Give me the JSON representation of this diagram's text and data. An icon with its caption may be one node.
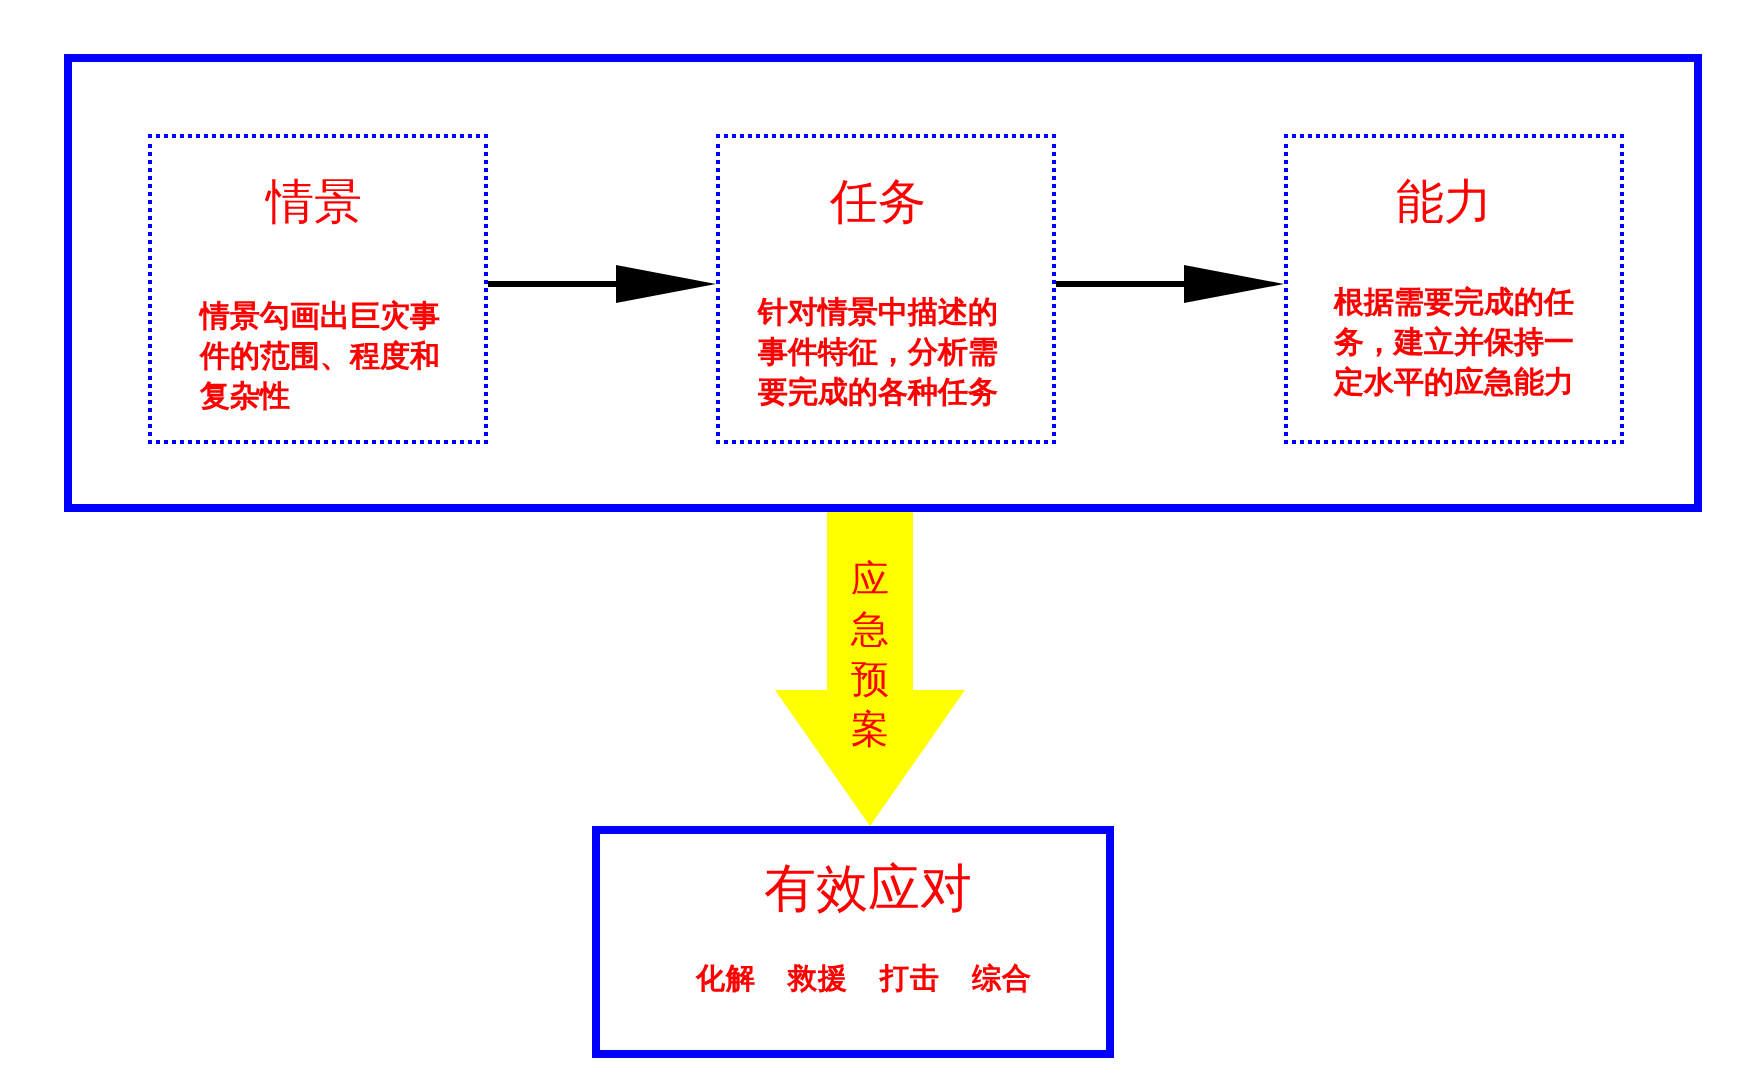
{
  "diagram": {
    "nodes": [
      {
        "text": [],
        "shape": "box"
      },
      {
        "text": [
          "情景",
          "情景勾画出巨灾事件的范围、程度和复杂性"
        ],
        "in": 0
      },
      {
        "text": [
          "任务",
          "针对情景中描述的事件特征，分析需要完成的各种任务"
        ],
        "in": 0
      },
      {
        "text": [
          "能力",
          "根据需要完成的任务，建立并保持一定水平的应急能力"
        ],
        "in": 0
      },
      {
        "text": [
          "有效应对",
          "化解",
          "救援",
          "打击",
          "综合"
        ]
      }
    ],
    "edges": [
      {
        "from": 1,
        "to": 2,
        "arrow": "to"
      },
      {
        "from": 2,
        "to": 3,
        "arrow": "to"
      },
      {
        "from": 0,
        "to": 4,
        "arrow": "to",
        "label": "应急预案",
        "style": "thick",
        "color": "#ffff00"
      }
    ]
  }
}
